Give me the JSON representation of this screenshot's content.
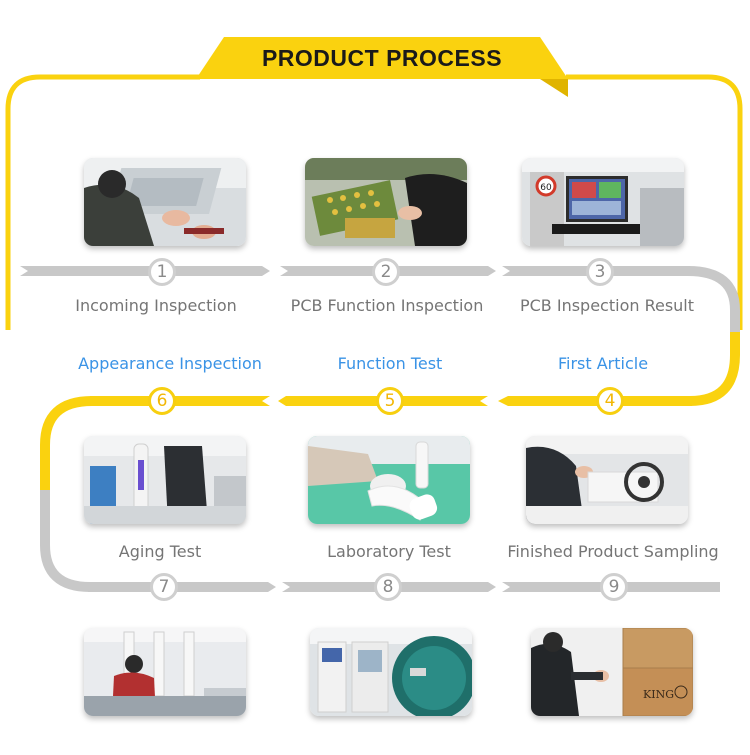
{
  "title": "PRODUCT PROCESS",
  "colors": {
    "accent": "#fad20f",
    "track_gray": "#c8c8c8",
    "blue_label": "#3a93e6",
    "gray_label": "#757575"
  },
  "steps": [
    {
      "number": "1",
      "label": "Incoming Inspection"
    },
    {
      "number": "2",
      "label": "PCB Function Inspection"
    },
    {
      "number": "3",
      "label": "PCB Inspection Result"
    },
    {
      "number": "4",
      "label": "First Article"
    },
    {
      "number": "5",
      "label": "Function Test"
    },
    {
      "number": "6",
      "label": "Appearance Inspection"
    },
    {
      "number": "7",
      "label": "Aging Test"
    },
    {
      "number": "8",
      "label": "Laboratory Test"
    },
    {
      "number": "9",
      "label": "Finished Product Sampling"
    }
  ],
  "photos": [
    {
      "name": "incoming-inspection-photo"
    },
    {
      "name": "pcb-function-inspection-photo"
    },
    {
      "name": "pcb-inspection-result-photo",
      "sign": "60"
    },
    {
      "name": "aging-test-photo"
    },
    {
      "name": "laboratory-test-photo"
    },
    {
      "name": "finished-product-sampling-photo"
    },
    {
      "name": "assembly-line-photo"
    },
    {
      "name": "test-chamber-photo"
    },
    {
      "name": "packaging-photo",
      "box_text": "KING"
    }
  ]
}
